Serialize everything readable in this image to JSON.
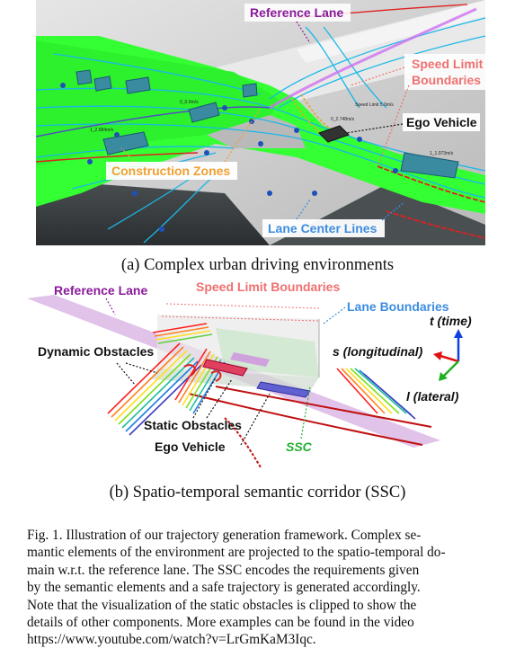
{
  "panel_a": {
    "reference_lane": "Reference Lane",
    "speed_limit_boundaries_line1": "Speed Limit",
    "speed_limit_boundaries_line2": "Boundaries",
    "ego_vehicle": "Ego Vehicle",
    "construction_zones": "Construction Zones",
    "lane_center_lines": "Lane Center Lines",
    "speed_labels": [
      "1_2.684m/s",
      "0_2.748m/s",
      "1_1.073m/s",
      "Speed Limit 5.0m/s",
      "0_0.0m/s"
    ],
    "caption": "(a) Complex urban driving environments"
  },
  "panel_b": {
    "reference_lane": "Reference Lane",
    "speed_limit_boundaries": "Speed Limit Boundaries",
    "lane_boundaries": "Lane Boundaries",
    "dynamic_obstacles": "Dynamic Obstacles",
    "static_obstacles": "Static Obstacles",
    "ego_vehicle": "Ego Vehicle",
    "ssc": "SSC",
    "axis_t": "t (time)",
    "axis_s": "s (longitudinal)",
    "axis_l": "l (lateral)",
    "caption": "(b) Spatio-temporal semantic corridor (SSC)"
  },
  "figure_caption": {
    "lines": [
      "Fig. 1.   Illustration of our trajectory generation framework. Complex se-",
      "mantic elements of the environment are projected to the spatio-temporal do-",
      "main w.r.t. the reference lane. The SSC encodes the requirements given",
      "by the semantic elements and a safe trajectory is generated accordingly.",
      "Note that the visualization of the static obstacles is clipped to show the",
      "details of other components. More examples can be found in the video",
      "https://www.youtube.com/watch?v=LrGmKaM3Iqc."
    ]
  },
  "colors": {
    "purple_label": "#8a1a9a",
    "pink_label": "#f07070",
    "orange_label": "#f0a030",
    "blue_label": "#3d8de0",
    "green_label": "#22b030",
    "road_green": "#33ff33",
    "ground_gray": "#cfcfcf"
  }
}
